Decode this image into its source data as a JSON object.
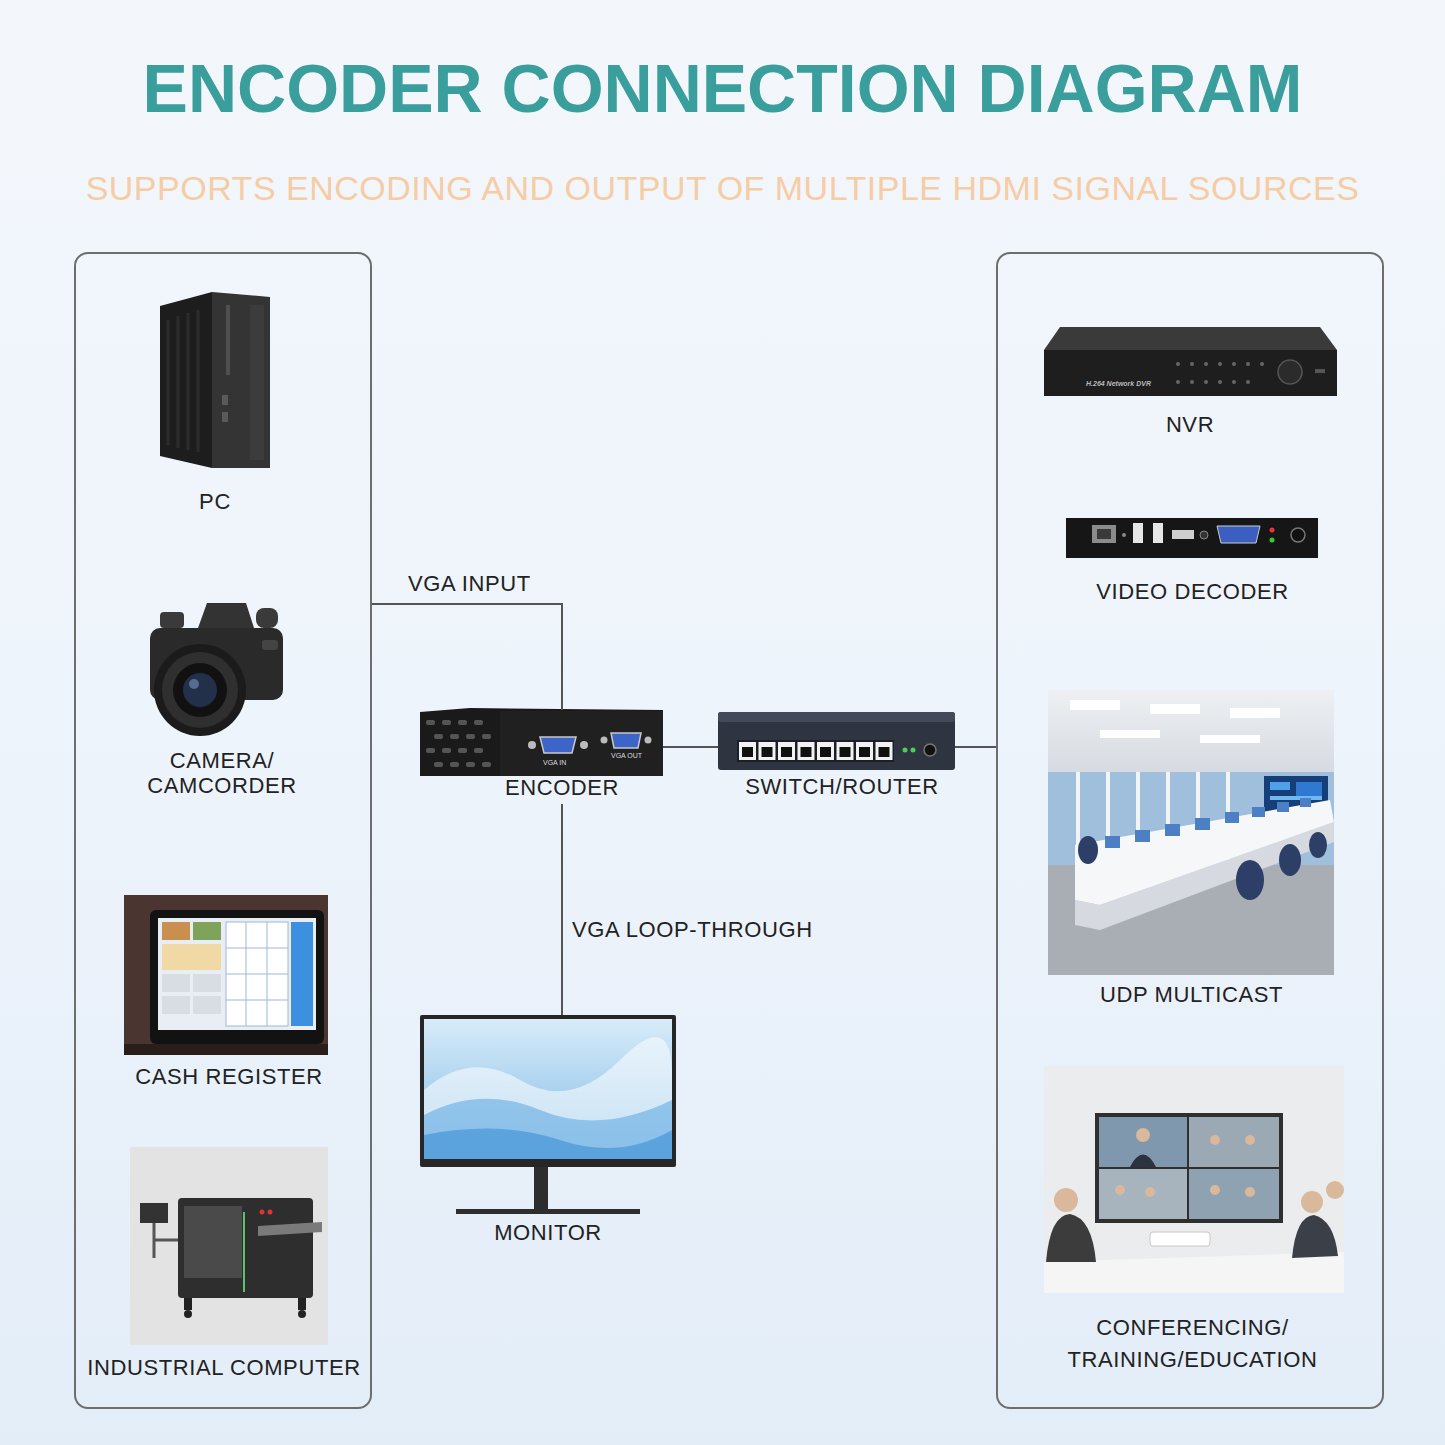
{
  "diagram": {
    "title": "ENCODER CONNECTION DIAGRAM",
    "nodes": [
      {
        "text": []
      },
      {
        "text": [
          "PC"
        ],
        "in": 0
      },
      {
        "text": [
          "CAMERA/ CAMCORDER"
        ],
        "in": 0
      },
      {
        "text": [
          "CASH REGISTER"
        ],
        "in": 0
      },
      {
        "text": [
          "INDUSTRIAL COMPUTER"
        ],
        "in": 0
      },
      {
        "text": [
          "ENCODER"
        ]
      },
      {
        "text": [
          "SWITCH/ROUTER"
        ]
      },
      {
        "text": [
          "MONITOR"
        ]
      },
      {
        "text": []
      },
      {
        "text": [
          "NVR"
        ],
        "in": 8
      },
      {
        "text": [
          "VIDEO DECODER"
        ],
        "in": 8
      },
      {
        "text": [
          "UDP MULTICAST"
        ],
        "in": 8
      },
      {
        "text": [
          "CONFERENCING/ TRAINING/EDUCATION"
        ],
        "in": 8
      }
    ],
    "edges": [
      {
        "from": 0,
        "to": 5,
        "label": "VGA INPUT",
        "arrow": "none"
      },
      {
        "from": 5,
        "to": 6,
        "arrow": "none"
      },
      {
        "from": 6,
        "to": 8,
        "arrow": "none"
      },
      {
        "from": 5,
        "to": 7,
        "label": "VGA LOOP-THROUGH",
        "arrow": "none"
      }
    ],
    "labels": [
      "SUPPORTS ENCODING AND OUTPUT OF MULTIPLE HDMI SIGNAL SOURCES",
      "VGA IN",
      "VGA OUT",
      "H.264 Network DVR"
    ]
  }
}
